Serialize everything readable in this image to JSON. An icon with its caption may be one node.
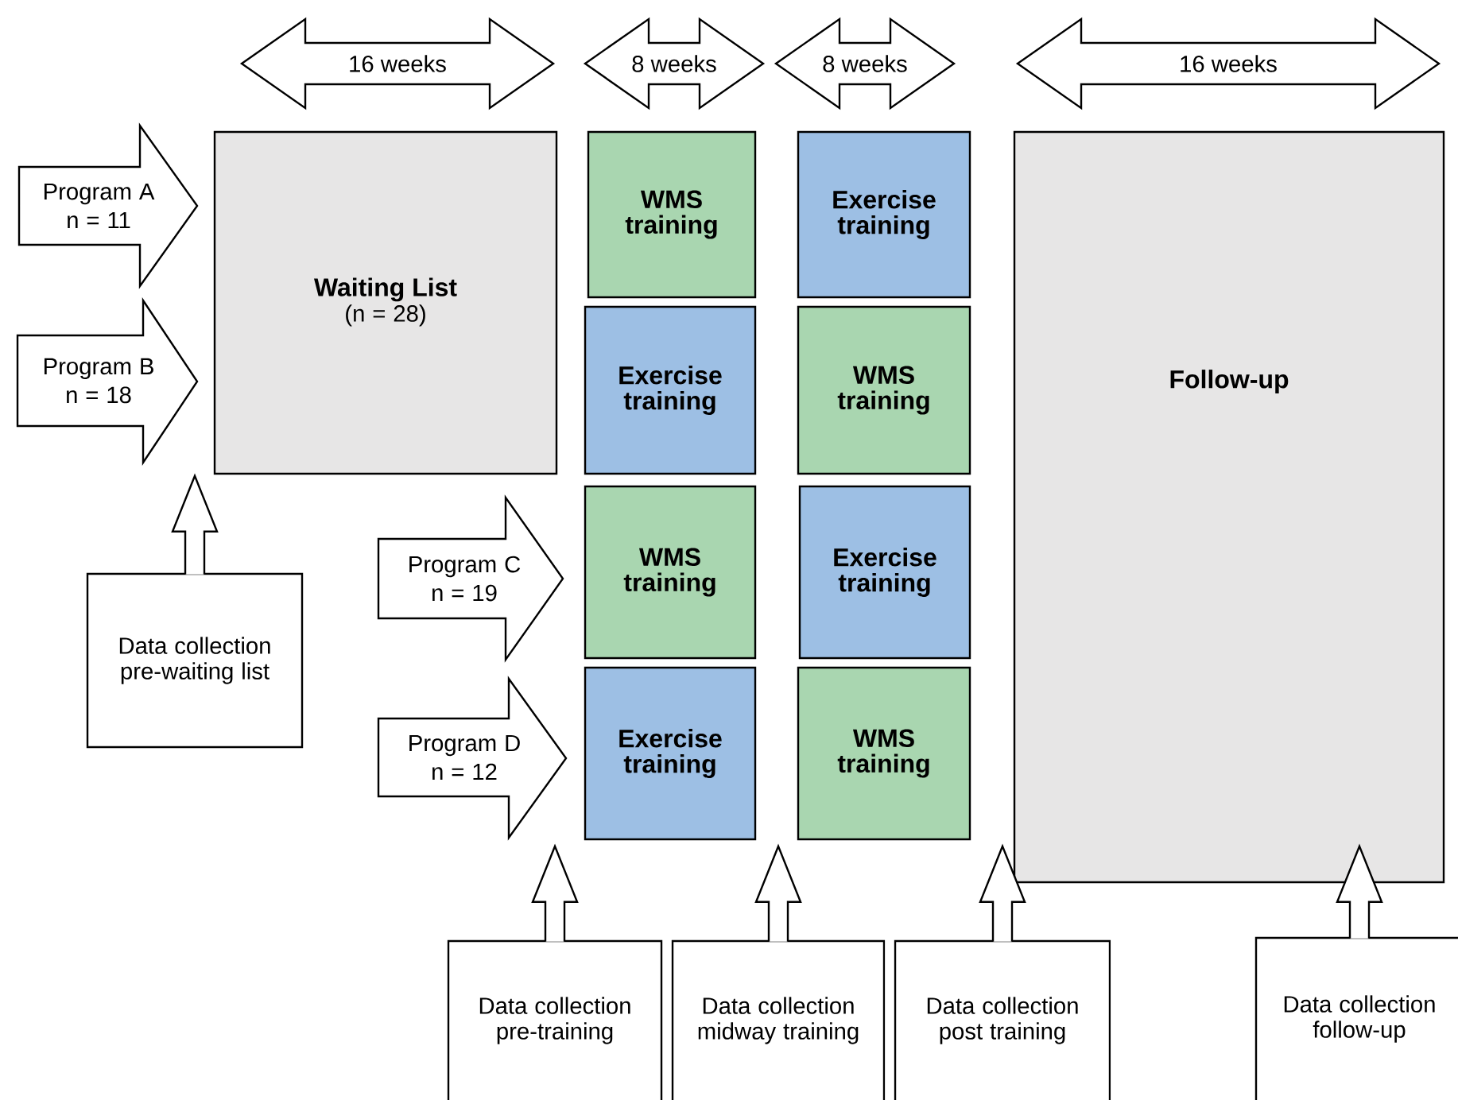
{
  "diagram": {
    "nodes": [
      {
        "text": [
          "16 weeks"
        ]
      },
      {
        "text": [
          "8 weeks"
        ]
      },
      {
        "text": [
          "8 weeks"
        ]
      },
      {
        "text": [
          "16 weeks"
        ]
      },
      {
        "text": [
          "Program A n = 11"
        ]
      },
      {
        "text": [
          "Waiting List",
          "(n = 28)"
        ]
      },
      {
        "text": [
          "WMS training"
        ]
      },
      {
        "text": [
          "Exercise training"
        ]
      },
      {
        "text": [
          "Program B n = 18"
        ]
      },
      {
        "text": [
          "Exercise training"
        ]
      },
      {
        "text": [
          "WMS training"
        ]
      },
      {
        "text": [
          "Follow-up"
        ]
      },
      {
        "text": [
          "Program C n = 19"
        ]
      },
      {
        "text": [
          "WMS training"
        ]
      },
      {
        "text": [
          "Exercise training"
        ]
      },
      {
        "text": [
          "Data collection pre-waiting list"
        ]
      },
      {
        "text": [
          "Program D n = 12"
        ]
      },
      {
        "text": [
          "Exercise training"
        ]
      },
      {
        "text": [
          "WMS training"
        ]
      },
      {
        "text": [
          "Data collection pre-training"
        ]
      },
      {
        "text": [
          "Data collection midway training"
        ]
      },
      {
        "text": [
          "Data collection post training"
        ]
      },
      {
        "text": [
          "Data collection follow-up"
        ]
      }
    ],
    "edges": [
      {
        "from": 15,
        "to": null,
        "arrow": "to"
      },
      {
        "from": 19,
        "to": null,
        "arrow": "to"
      },
      {
        "from": 20,
        "to": null,
        "arrow": "to"
      },
      {
        "from": 21,
        "to": null,
        "arrow": "to"
      },
      {
        "from": 22,
        "to": null,
        "arrow": "to"
      }
    ]
  }
}
